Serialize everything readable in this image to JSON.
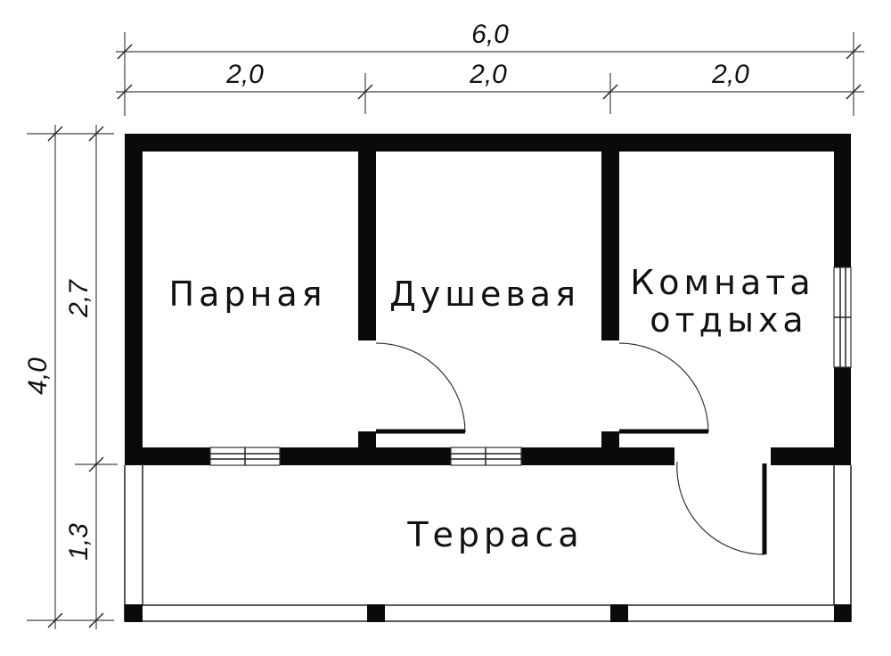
{
  "dimensions": {
    "total_width": "6,0",
    "segment_1": "2,0",
    "segment_2": "2,0",
    "segment_3": "2,0",
    "total_depth": "4,0",
    "rooms_depth": "2,7",
    "terrace_depth": "1,3"
  },
  "rooms": {
    "steam_room": "Парная",
    "shower_room": "Душевая",
    "rest_room_line1": "Комната",
    "rest_room_line2": "отдыха",
    "terrace": "Терраса"
  }
}
